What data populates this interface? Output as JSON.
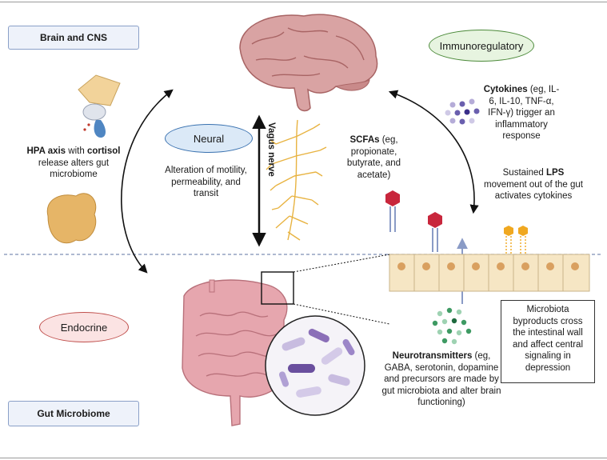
{
  "figure": {
    "regions": {
      "top": "Brain and CNS",
      "bottom": "Gut Microbiome"
    },
    "pathways": {
      "neural": "Neural",
      "immunoregulatory": "Immunoregulatory",
      "endocrine": "Endocrine"
    },
    "vagus_label": "Vagus nerve",
    "hpa": {
      "bold1": "HPA axis",
      "t1": " with",
      "bold2": "cortisol",
      "t2": " release alters gut microbiome"
    },
    "neural_effect": "Alteration of motility, permeability, and transit",
    "scfas": {
      "bold": "SCFAs",
      "text": " (eg, propionate, butyrate, and acetate)"
    },
    "cytokines": {
      "bold": "Cytokines",
      "text": " (eg, IL-6, IL-10, TNF-α, IFN-γ) trigger an inflammatory response"
    },
    "lps": {
      "t1": "Sustained ",
      "bold": "LPS",
      "t2": " movement out of the gut activates cytokines"
    },
    "byproducts": "Microbiota byproducts cross the intestinal wall and affect central signaling in depression",
    "neurotransmitters": {
      "bold": "Neurotransmitters",
      "text": " (eg, GABA, serotonin, dopamine and precursors are made by gut microbiota and alter brain functioning)"
    },
    "colors": {
      "neural_fill": "#dbe9f7",
      "neural_border": "#3a72b0",
      "immuno_fill": "#e7f4e0",
      "immuno_border": "#4c8a3a",
      "endocrine_fill": "#fbe3e3",
      "endocrine_border": "#c0504d",
      "brain": "#c98a8a",
      "gut": "#d9909a",
      "nerve": "#e8b341",
      "scfa_hex": "#c8263c",
      "lps_hex": "#f0a820",
      "cytokine": "#6a5fae",
      "neurotransmitter": "#3e9a63",
      "epithelium": "#f6e6c4",
      "dashed_line": "#7d8fb3"
    }
  }
}
